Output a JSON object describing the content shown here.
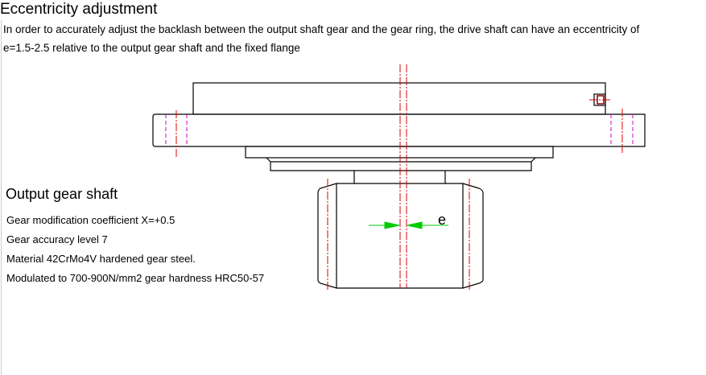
{
  "section": {
    "title": "Eccentricity adjustment",
    "description_line1": "In order to accurately adjust the backlash between the output shaft gear and the gear ring, the drive shaft can have an eccentricity of",
    "description_line2": "e=1.5-2.5 relative to the output gear shaft and the fixed flange"
  },
  "output_gear_shaft": {
    "heading": "Output gear shaft",
    "specs": [
      "Gear modification coefficient X=+0.5",
      "Gear accuracy level 7",
      "Material 42CrMo4V hardened gear steel.",
      "Modulated to 700-900N/mm2 gear hardness HRC50-57"
    ]
  },
  "drawing": {
    "dimension_label": "e",
    "colors": {
      "outline": "#000000",
      "centerline": "#e00000",
      "hole": "#cc00cc",
      "dimension": "#00cc00"
    }
  }
}
